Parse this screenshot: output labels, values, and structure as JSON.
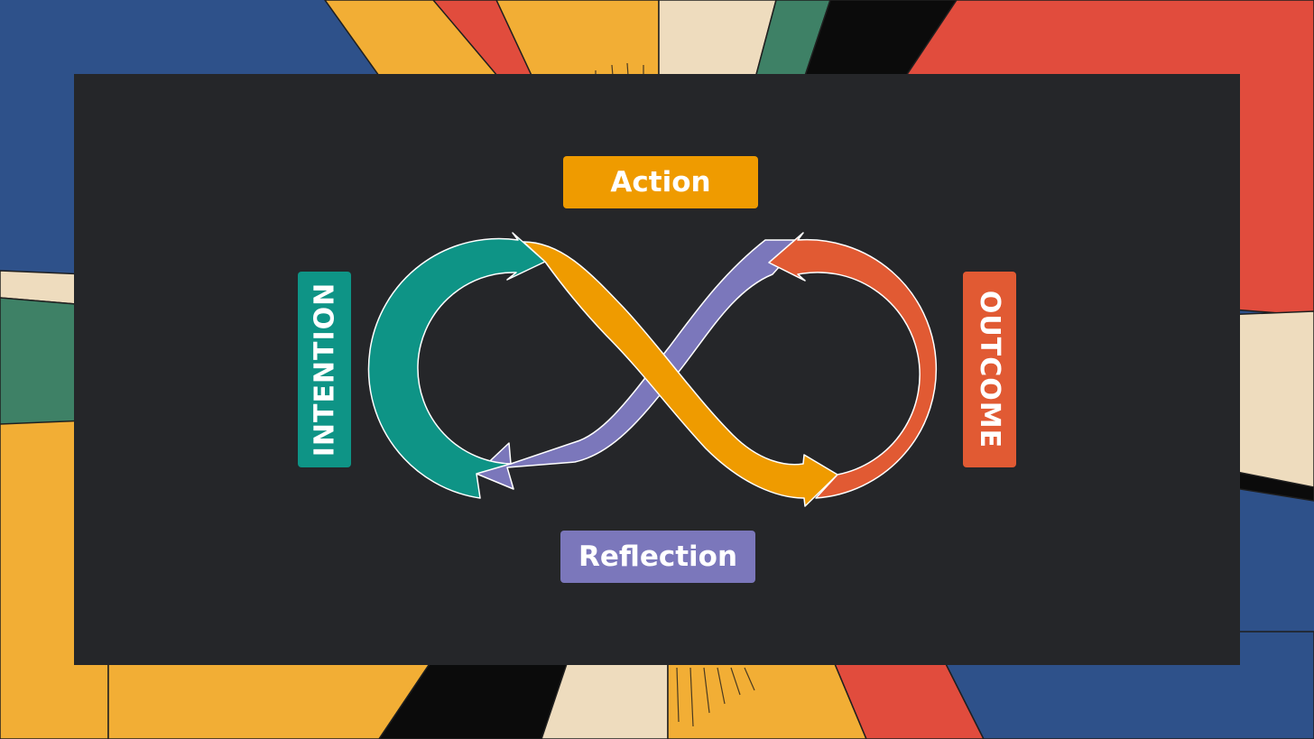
{
  "labels": {
    "action": "Action",
    "reflection": "Reflection",
    "intention": "INTENTION",
    "outcome": "OUTCOME"
  },
  "colors": {
    "action": "#ef9b00",
    "reflection": "#7b77bb",
    "intention": "#0e9486",
    "outcome": "#e15a33",
    "panel": "#252629",
    "arrow_outline": "#ffffff"
  },
  "diagram": {
    "shape": "infinity-loop",
    "segments": [
      {
        "color_key": "intention",
        "from": "bottom-left",
        "to": "top-left",
        "direction": "clockwise"
      },
      {
        "color_key": "action",
        "from": "top-left",
        "to": "bottom-right",
        "direction": "crossing"
      },
      {
        "color_key": "outcome",
        "from": "bottom-right",
        "to": "top-right",
        "direction": "counter-clockwise"
      },
      {
        "color_key": "reflection",
        "from": "top-right",
        "to": "bottom-left",
        "direction": "crossing"
      }
    ]
  }
}
